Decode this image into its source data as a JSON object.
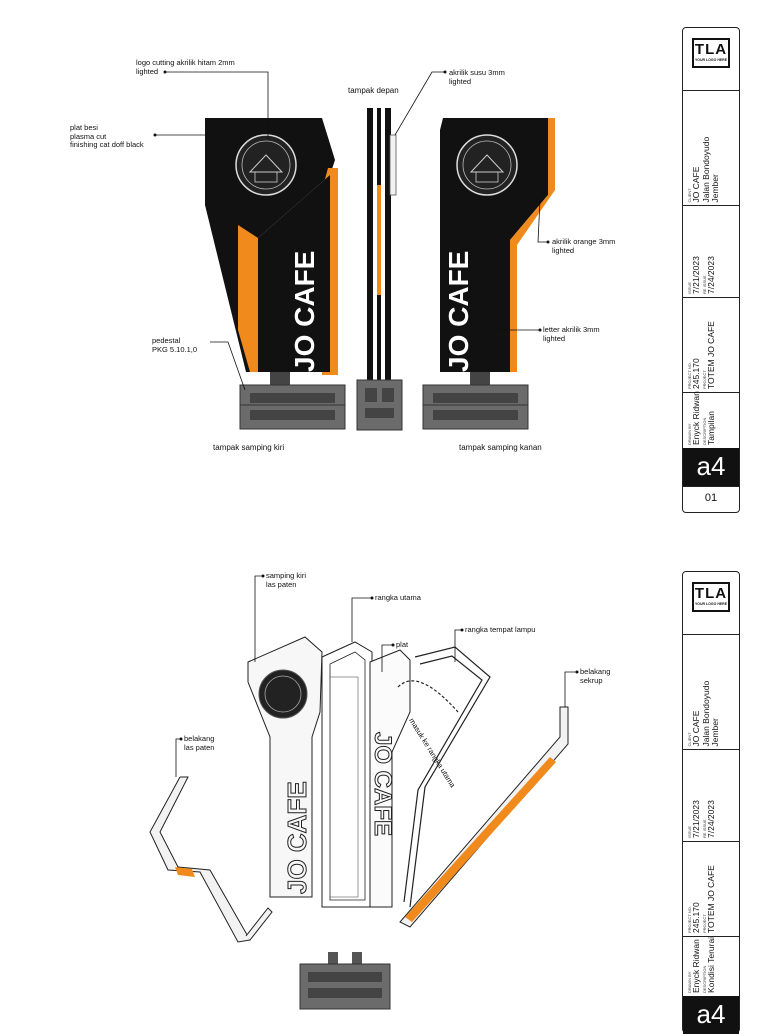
{
  "sheet1": {
    "labels": {
      "logo": "logo cutting akrilik hitam 2mm\nlighted",
      "plat": "plat besi\nplasma cut\nfinishing cat doff black",
      "front": "tampak depan",
      "susu": "akrilik susu 3mm\nlighted",
      "orange": "akrilik orange 3mm\nlighted",
      "letter": "letter akrilik 3mm\nlighted",
      "pedestal": "pedestal\nPKG 5.10.1,0",
      "left_view": "tampak samping kiri",
      "right_view": "tampak samping kanan"
    },
    "sign_text": "JO CAFE",
    "title_block": {
      "logo_main": "TLA",
      "logo_sub": "YOUR LOGO HERE",
      "client_caption": "CLIENT",
      "client": "JO CAFE\nJalan Bondoyudo\nJember",
      "issue_caption": "ISSUE",
      "issue": "7/21/2023",
      "reissue_caption": "RE ISSUE",
      "reissue": "7/24/2023",
      "projno_caption": "PROJECT NO.",
      "projno": "245.170",
      "project_caption": "PROJECT",
      "project": "TOTEM JO CAFE",
      "drawn_caption": "DRAWN BY",
      "drawn": "Enyck Ridwan",
      "desc_caption": "DESCRIPTION",
      "desc": "Tampilan",
      "paper": "a4",
      "sheet_no": "01"
    }
  },
  "sheet2": {
    "labels": {
      "samping": "samping kiri\nlas paten",
      "rangka": "rangka utama",
      "plat": "plat",
      "lampu": "rangka tempat lampu",
      "belakang_sekrup": "belakang\nsekrup",
      "belakang_las": "belakang\nlas paten",
      "masuk": "masuk ke rangka utama"
    },
    "sign_text": "JO CAFE",
    "title_block": {
      "logo_main": "TLA",
      "logo_sub": "YOUR LOGO HERE",
      "client_caption": "CLIENT",
      "client": "JO CAFE\nJalan Bondoyudo\nJember",
      "issue_caption": "ISSUE",
      "issue": "7/21/2023",
      "reissue_caption": "RE ISSUE",
      "reissue": "7/24/2023",
      "projno_caption": "PROJECT NO.",
      "projno": "245.170",
      "project_caption": "PROJECT",
      "project": "TOTEM JO CAFE",
      "drawn_caption": "DRAWN BY",
      "drawn": "Enyck Ridwan",
      "desc_caption": "DESCRIPTION",
      "desc": "Kondisi Terurai",
      "paper": "a4"
    }
  },
  "colors": {
    "black": "#111111",
    "orange": "#f08a1c",
    "grey": "#6b6b6b",
    "light": "#f2f2f2"
  }
}
